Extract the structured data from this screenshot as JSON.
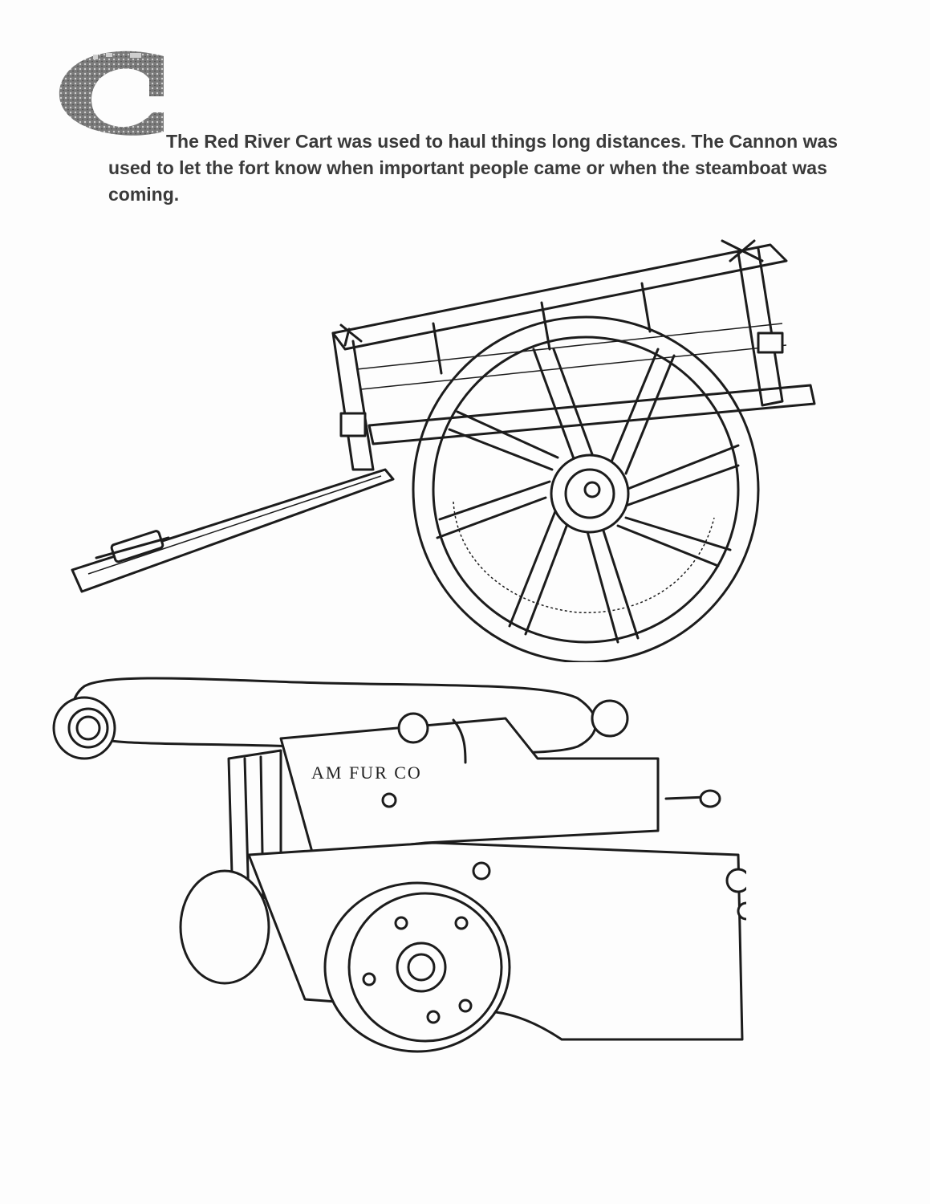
{
  "initial_letter": "C",
  "caption": "The Red River Cart was used to haul things long distances. The Cannon was used to let the fort know when important people came or when the steamboat was coming.",
  "cannon_stamp": "AM FUR CO"
}
